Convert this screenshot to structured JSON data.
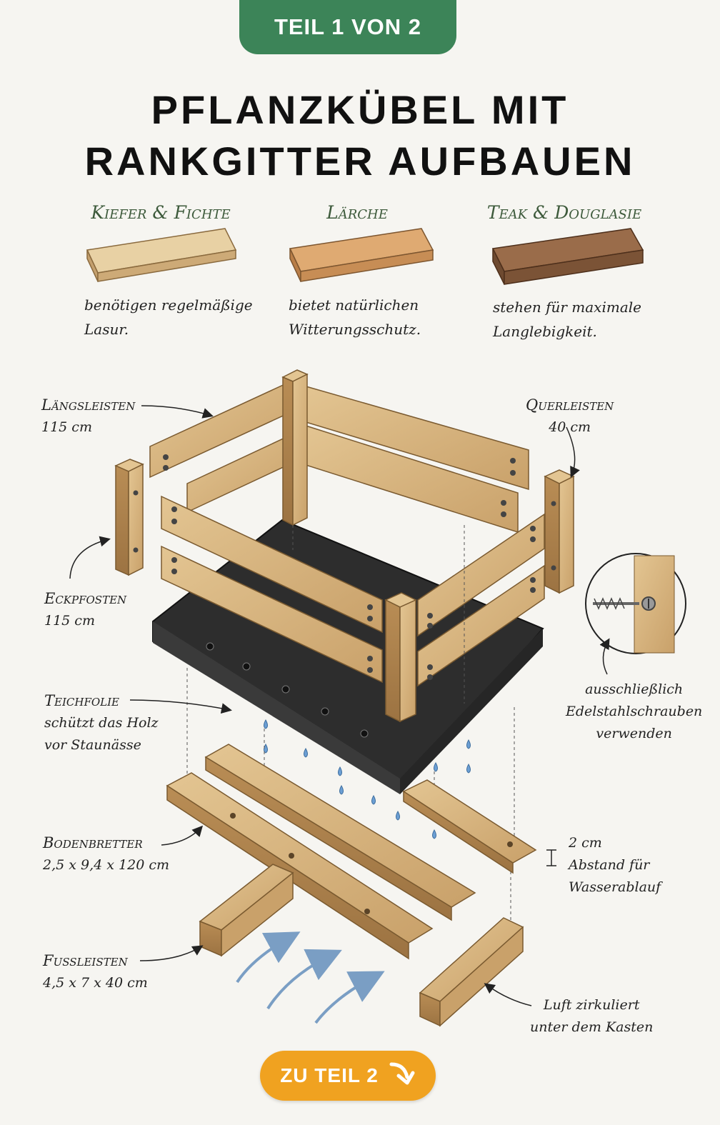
{
  "header": {
    "tab_label": "TEIL 1 VON 2",
    "title_line1": "PFLANZKÜBEL MIT",
    "title_line2": "RANKGITTER AUFBAUEN"
  },
  "woods": [
    {
      "name": "Kiefer & Fichte",
      "desc_line1": "benötigen regelmäßige",
      "desc_line2": "Lasur.",
      "color": "#dcc08e"
    },
    {
      "name": "Lärche",
      "desc_line1": "bietet natürlichen",
      "desc_line2": "Witterungsschutz.",
      "color": "#d9a46e"
    },
    {
      "name": "Teak & Douglasie",
      "desc_line1": "stehen für maximale",
      "desc_line2": "Langlebigkeit.",
      "color": "#8a5e3f"
    }
  ],
  "labels": {
    "laengsleisten": {
      "head": "Längsleisten",
      "line1": "115 cm"
    },
    "querleisten": {
      "head": "Querleisten",
      "line1": "40 cm"
    },
    "eckpfosten": {
      "head": "Eckpfosten",
      "line1": "115 cm"
    },
    "teichfolie": {
      "head": "Teichfolie",
      "line1": "schützt das Holz",
      "line2": "vor Staunässe"
    },
    "schrauben": {
      "line1": "ausschließlich",
      "line2": "Edelstahlschrauben",
      "line3": "verwenden"
    },
    "bodenbretter": {
      "head": "Bodenbretter",
      "line1": "2,5 x 9,4 x 120 cm"
    },
    "abstand": {
      "line1": "2 cm",
      "line2": "Abstand für",
      "line3": "Wasserablauf"
    },
    "fussleisten": {
      "head": "Fussleisten",
      "line1": "4,5 x 7 x 40 cm"
    },
    "luft": {
      "line1": "Luft zirkuliert",
      "line2": "unter dem Kasten"
    }
  },
  "cta": {
    "label": "ZU TEIL 2"
  },
  "colors": {
    "accent_green": "#3c8458",
    "cta_orange": "#f0a220",
    "wood": "#d8b784",
    "wood_dark": "#a97f4a",
    "liner": "#2b2b2b",
    "water": "#5b8fc6"
  }
}
